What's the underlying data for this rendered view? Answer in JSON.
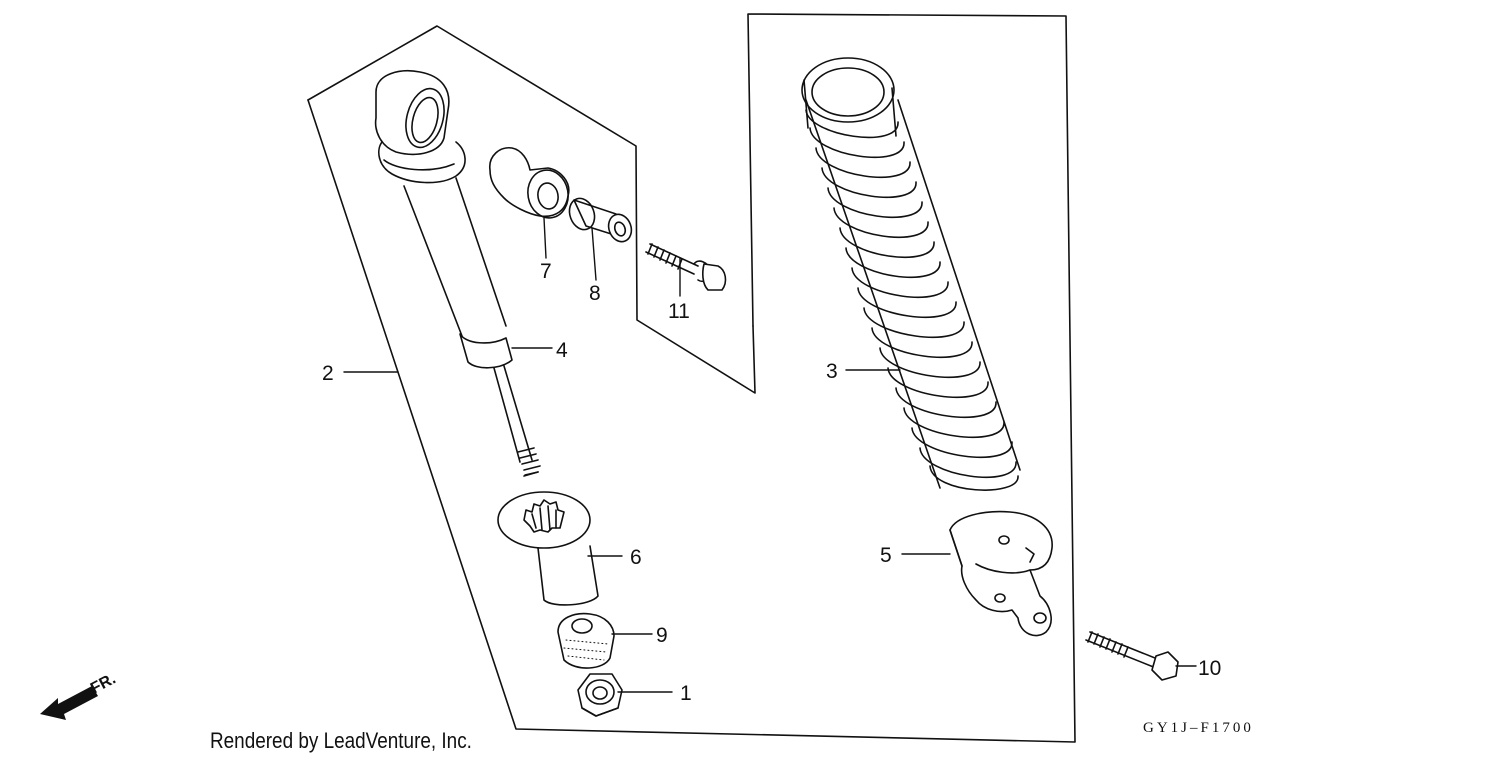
{
  "callouts": [
    {
      "number": "1",
      "part": "nut"
    },
    {
      "number": "2",
      "part": "shock-absorber-assembly"
    },
    {
      "number": "3",
      "part": "spring"
    },
    {
      "number": "4",
      "part": "damper"
    },
    {
      "number": "5",
      "part": "lower-joint"
    },
    {
      "number": "6",
      "part": "spring-seat"
    },
    {
      "number": "7",
      "part": "upper-bushing"
    },
    {
      "number": "8",
      "part": "collar"
    },
    {
      "number": "9",
      "part": "stopper-rubber"
    },
    {
      "number": "10",
      "part": "bolt"
    },
    {
      "number": "11",
      "part": "flange-bolt"
    }
  ],
  "direction_label": "FR.",
  "credit": "Rendered by LeadVenture, Inc.",
  "diagram_code": "GY1J–F1700",
  "colors": {
    "ink": "#111111",
    "background": "#ffffff"
  }
}
